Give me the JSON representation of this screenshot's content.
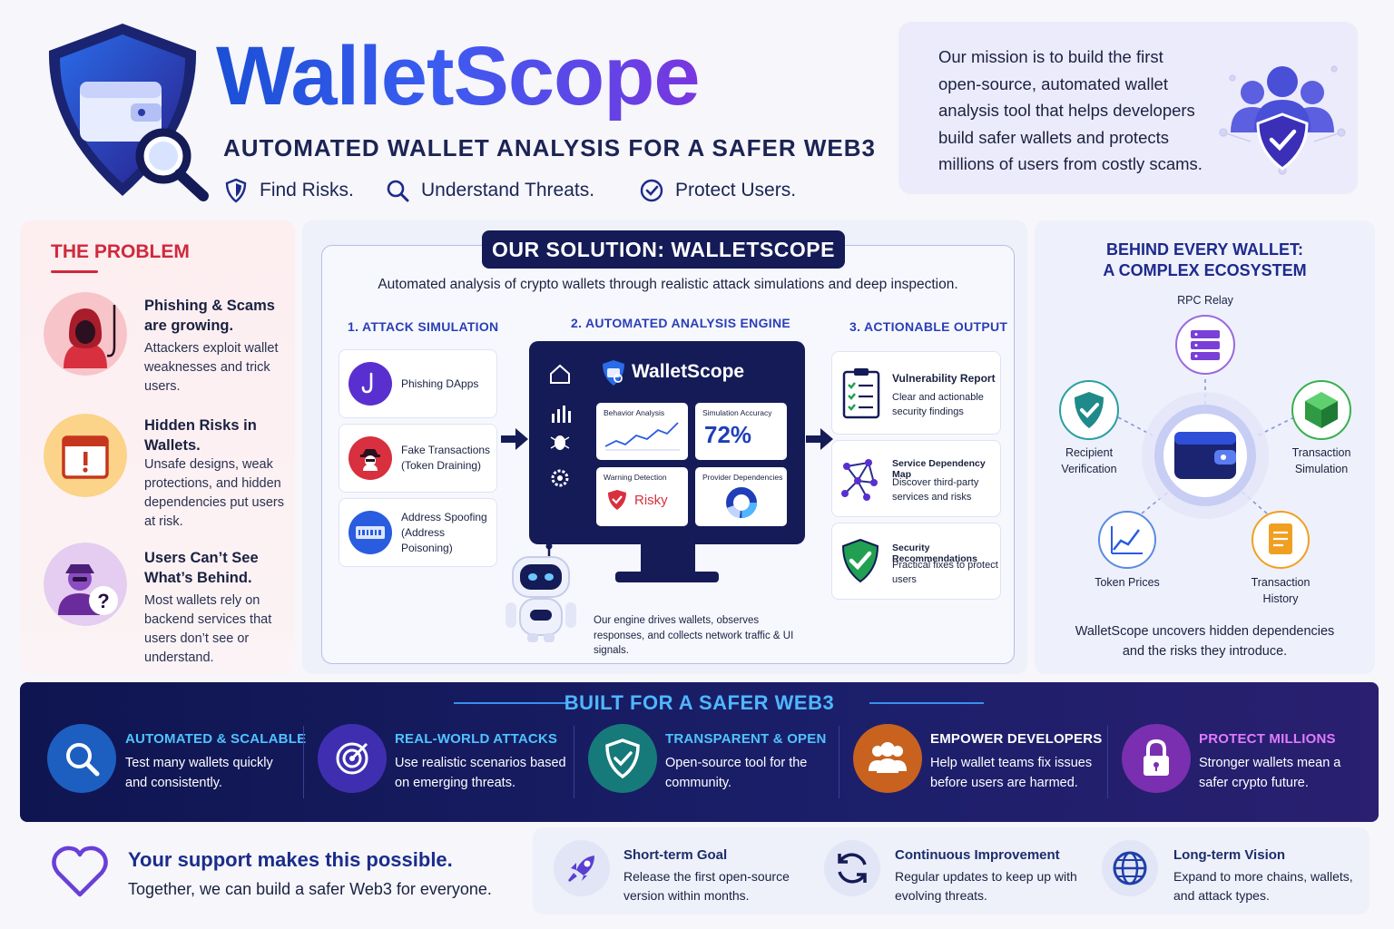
{
  "header": {
    "brand": "WalletScope",
    "tagline": "AUTOMATED WALLET ANALYSIS FOR A SAFER WEB3",
    "pills": [
      "Find Risks.",
      "Understand Threats.",
      "Protect Users."
    ],
    "mission": "Our mission is to build the first open-source, automated wallet analysis tool that helps developers build safer wallets and protects millions of users from costly scams."
  },
  "problem": {
    "title": "THE PROBLEM",
    "items": [
      {
        "title": "Phishing & Scams are growing.",
        "desc": "Attackers exploit wallet weaknesses and trick users."
      },
      {
        "title": "Hidden Risks in Wallets.",
        "desc": "Unsafe designs, weak protections, and hidden dependencies put users at risk."
      },
      {
        "title": "Users Can’t See What’s Behind.",
        "desc": "Most wallets rely on backend services that users don’t see or understand."
      }
    ]
  },
  "solution": {
    "title": "OUR SOLUTION: WALLETSCOPE",
    "subtitle": "Automated analysis of crypto wallets through realistic attack simulations and deep inspection.",
    "col1": "1. ATTACK SIMULATION",
    "col2": "2. AUTOMATED ANALYSIS ENGINE",
    "col3": "3. ACTIONABLE OUTPUT",
    "attacks": [
      {
        "title": "Phishing DApps",
        "sub": ""
      },
      {
        "title": "Fake Transactions",
        "sub": "(Token Draining)"
      },
      {
        "title": "Address Spoofing",
        "sub": "(Address Poisoning)"
      }
    ],
    "engine": {
      "app": "WalletScope",
      "behavior": "Behavior Analysis",
      "accuracy_label": "Simulation Accuracy",
      "accuracy_value": "72%",
      "warning": "Warning Detection",
      "risky": "Risky",
      "provider": "Provider Dependencies",
      "note": "Our engine drives wallets, observes responses, and collects network traffic & UI signals."
    },
    "outputs": [
      {
        "title": "Vulnerability Report",
        "desc": "Clear and actionable security findings"
      },
      {
        "title": "Service Dependency Map",
        "desc": "Discover third-party services and risks"
      },
      {
        "title": "Security Recommendations",
        "desc": "Practical fixes to protect users"
      }
    ]
  },
  "ecosystem": {
    "title1": "BEHIND EVERY WALLET:",
    "title2": "A COMPLEX ECOSYSTEM",
    "nodes": {
      "rpc": "RPC Relay",
      "recipient": "Recipient Verification",
      "simulation": "Transaction Simulation",
      "prices": "Token Prices",
      "history": "Transaction History"
    },
    "footer": "WalletScope uncovers hidden dependencies and the risks they introduce."
  },
  "built": {
    "title": "BUILT FOR A SAFER WEB3",
    "items": [
      {
        "head": "AUTOMATED & SCALABLE",
        "desc": "Test many wallets quickly and consistently.",
        "color": "#4fc3ff"
      },
      {
        "head": "REAL-WORLD ATTACKS",
        "desc": "Use realistic scenarios based on emerging threats.",
        "color": "#4fc3ff"
      },
      {
        "head": "TRANSPARENT & OPEN",
        "desc": "Open-source tool for the community.",
        "color": "#4fc3ff"
      },
      {
        "head": "EMPOWER DEVELOPERS",
        "desc": "Help wallet teams fix issues before users are harmed.",
        "color": "#ffffff"
      },
      {
        "head": "PROTECT MILLIONS",
        "desc": "Stronger wallets mean a safer crypto future.",
        "color": "#e07bff"
      }
    ]
  },
  "footer": {
    "support_title": "Your support makes this possible.",
    "support_sub": "Together, we can build a safer Web3 for everyone.",
    "roadmap": [
      {
        "head": "Short-term Goal",
        "desc": "Release the first open-source version within months."
      },
      {
        "head": "Continuous Improvement",
        "desc": "Regular updates to keep up with evolving threats."
      },
      {
        "head": "Long-term Vision",
        "desc": "Expand to more chains, wallets, and attack types."
      }
    ]
  }
}
